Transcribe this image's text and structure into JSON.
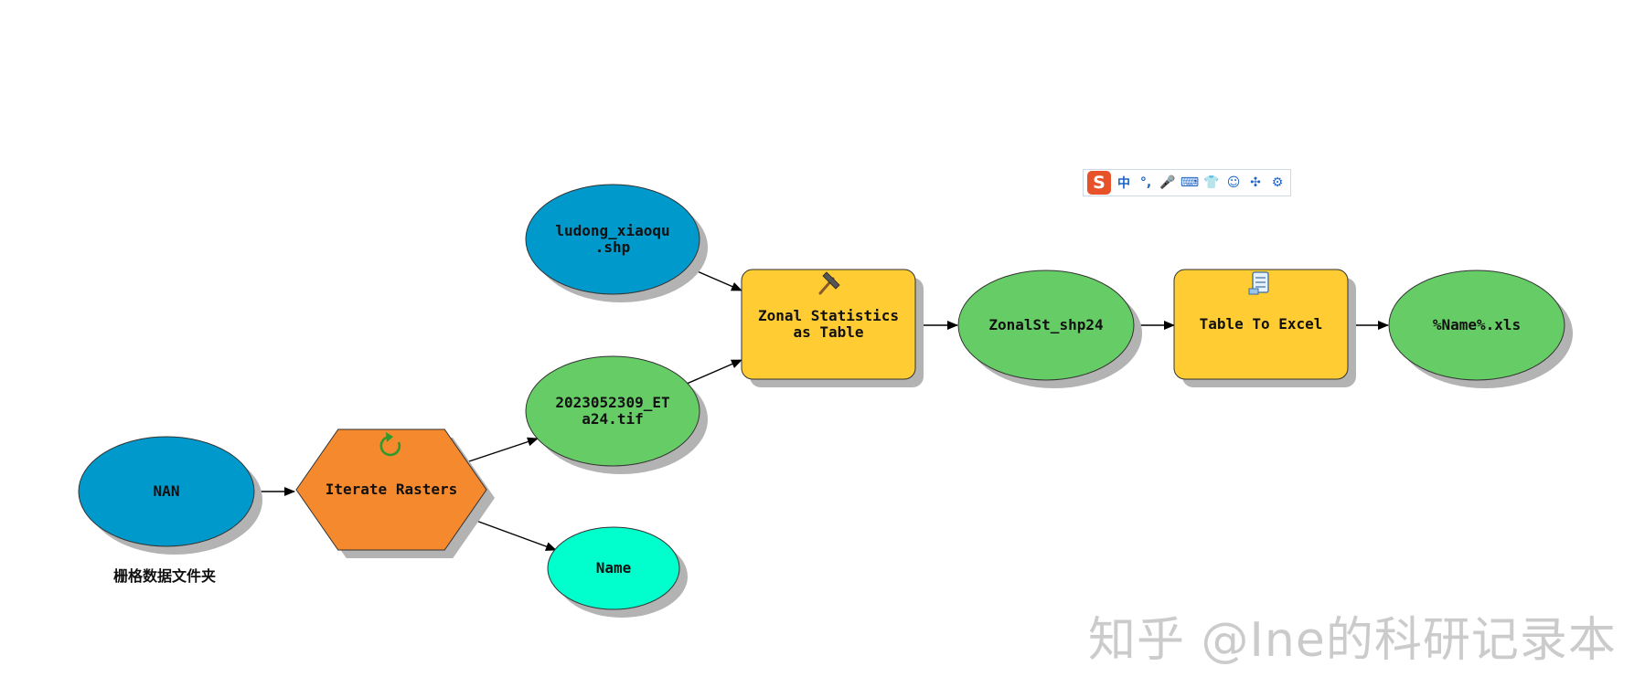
{
  "colors": {
    "input_data": "#0099CC",
    "derived_data": "#66CC66",
    "tool": "#FFCC33",
    "iterator": "#F5892E",
    "output_value": "#00FFCC",
    "shadow": "#B3B3B3",
    "connector": "#000000",
    "ime_accent": "#1A64C8",
    "ime_logo": "#E8522A"
  },
  "diagram": {
    "nodes": [
      {
        "id": "nan",
        "kind": "input_data",
        "shape": "ellipse",
        "lines": [
          "NAN"
        ],
        "icon": ""
      },
      {
        "id": "iterate",
        "kind": "iterator",
        "shape": "hexagon",
        "lines": [
          "Iterate Rasters"
        ],
        "icon": "iterate-arrow-icon"
      },
      {
        "id": "ludong",
        "kind": "input_data",
        "shape": "ellipse",
        "lines": [
          "ludong_xiaoqu",
          ".shp"
        ],
        "icon": ""
      },
      {
        "id": "raster",
        "kind": "derived_data",
        "shape": "ellipse",
        "lines": [
          "2023052309_ET",
          "a24.tif"
        ],
        "icon": ""
      },
      {
        "id": "name",
        "kind": "output_value",
        "shape": "ellipse",
        "lines": [
          "Name"
        ],
        "icon": ""
      },
      {
        "id": "zonal",
        "kind": "tool",
        "shape": "rounded-rect",
        "lines": [
          "Zonal Statistics",
          "as Table"
        ],
        "icon": "hammer-icon"
      },
      {
        "id": "zonalst",
        "kind": "derived_data",
        "shape": "ellipse",
        "lines": [
          "ZonalSt_shp24"
        ],
        "icon": ""
      },
      {
        "id": "toexcel",
        "kind": "tool",
        "shape": "rounded-rect",
        "lines": [
          "Table To Excel"
        ],
        "icon": "script-icon"
      },
      {
        "id": "xls",
        "kind": "derived_data",
        "shape": "ellipse",
        "lines": [
          "%Name%.xls"
        ],
        "icon": ""
      }
    ],
    "edges": [
      {
        "from": "nan",
        "to": "iterate"
      },
      {
        "from": "iterate",
        "to": "raster"
      },
      {
        "from": "iterate",
        "to": "name"
      },
      {
        "from": "ludong",
        "to": "zonal"
      },
      {
        "from": "raster",
        "to": "zonal"
      },
      {
        "from": "zonal",
        "to": "zonalst"
      },
      {
        "from": "zonalst",
        "to": "toexcel"
      },
      {
        "from": "toexcel",
        "to": "xls"
      }
    ],
    "caption": "栅格数据文件夹"
  },
  "ime_toolbar": {
    "logo": "S",
    "items": [
      {
        "name": "chinese-mode",
        "glyph": "中"
      },
      {
        "name": "punctuation",
        "glyph": "°,"
      },
      {
        "name": "voice",
        "glyph": "🎤"
      },
      {
        "name": "keyboard",
        "glyph": "⌨"
      },
      {
        "name": "skin",
        "glyph": "👕"
      },
      {
        "name": "emoji",
        "glyph": "☺"
      },
      {
        "name": "toolbox",
        "glyph": "✣"
      },
      {
        "name": "settings",
        "glyph": "⚙"
      }
    ]
  },
  "watermark": "知乎 @Ine的科研记录本"
}
